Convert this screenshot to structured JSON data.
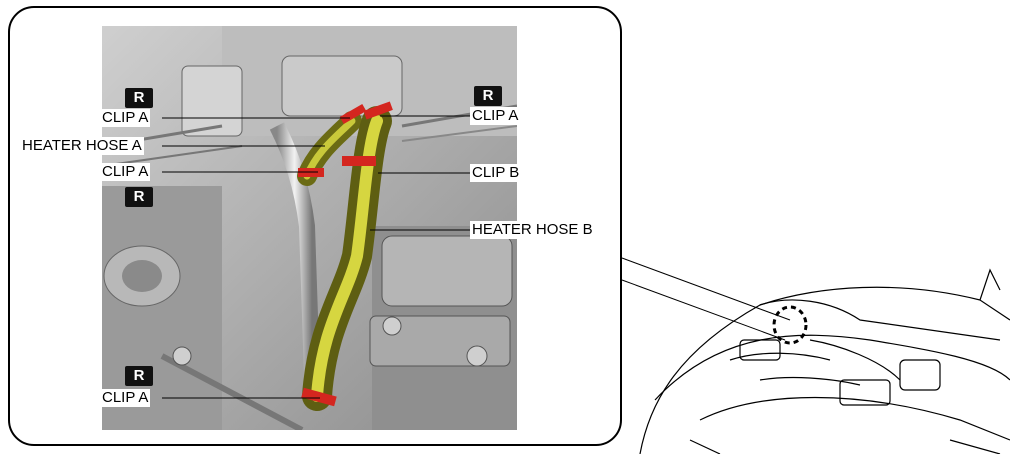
{
  "labels": {
    "clip_a_left_top": "CLIP A",
    "heater_hose_a": "HEATER HOSE A",
    "clip_a_left_mid": "CLIP A",
    "clip_a_left_bottom": "CLIP A",
    "clip_a_right": "CLIP A",
    "clip_b": "CLIP B",
    "heater_hose_b": "HEATER HOSE B"
  },
  "badges": {
    "left_top": "R",
    "left_mid": "R",
    "right_top": "R",
    "left_bottom": "R"
  },
  "colors": {
    "hose": "#8a8a1a",
    "hose_highlight": "#e8e84a",
    "clip": "#d4261f",
    "engine": "#a8a8a8"
  }
}
